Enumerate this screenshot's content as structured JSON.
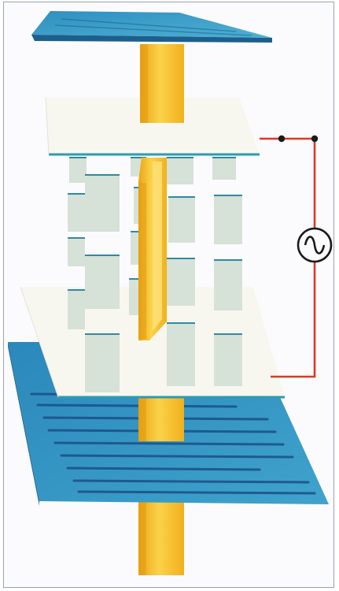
{
  "diagram": {
    "colors": {
      "polarizer": "#3a9cc6",
      "polarizer_dark": "#1c5f8c",
      "polarizer_lines": "#1a4f86",
      "light_beam": "#f6c02c",
      "light_beam_dark": "#e8a412",
      "electrode_plate": "#f7f7f0",
      "electrode_edge": "#2e9bb0",
      "crystal_block": "#d6e1d8",
      "crystal_top": "#2e8aa5",
      "circuit_wire": "#e0352a",
      "circuit_node": "#1a1a1a",
      "frame": "#9aa2b4"
    },
    "components": [
      "top-polarizer",
      "light-beam",
      "top-electrode",
      "liquid-crystal-layer",
      "bottom-electrode",
      "bottom-polarizer",
      "ac-voltage-source"
    ],
    "source_symbol": "~"
  }
}
